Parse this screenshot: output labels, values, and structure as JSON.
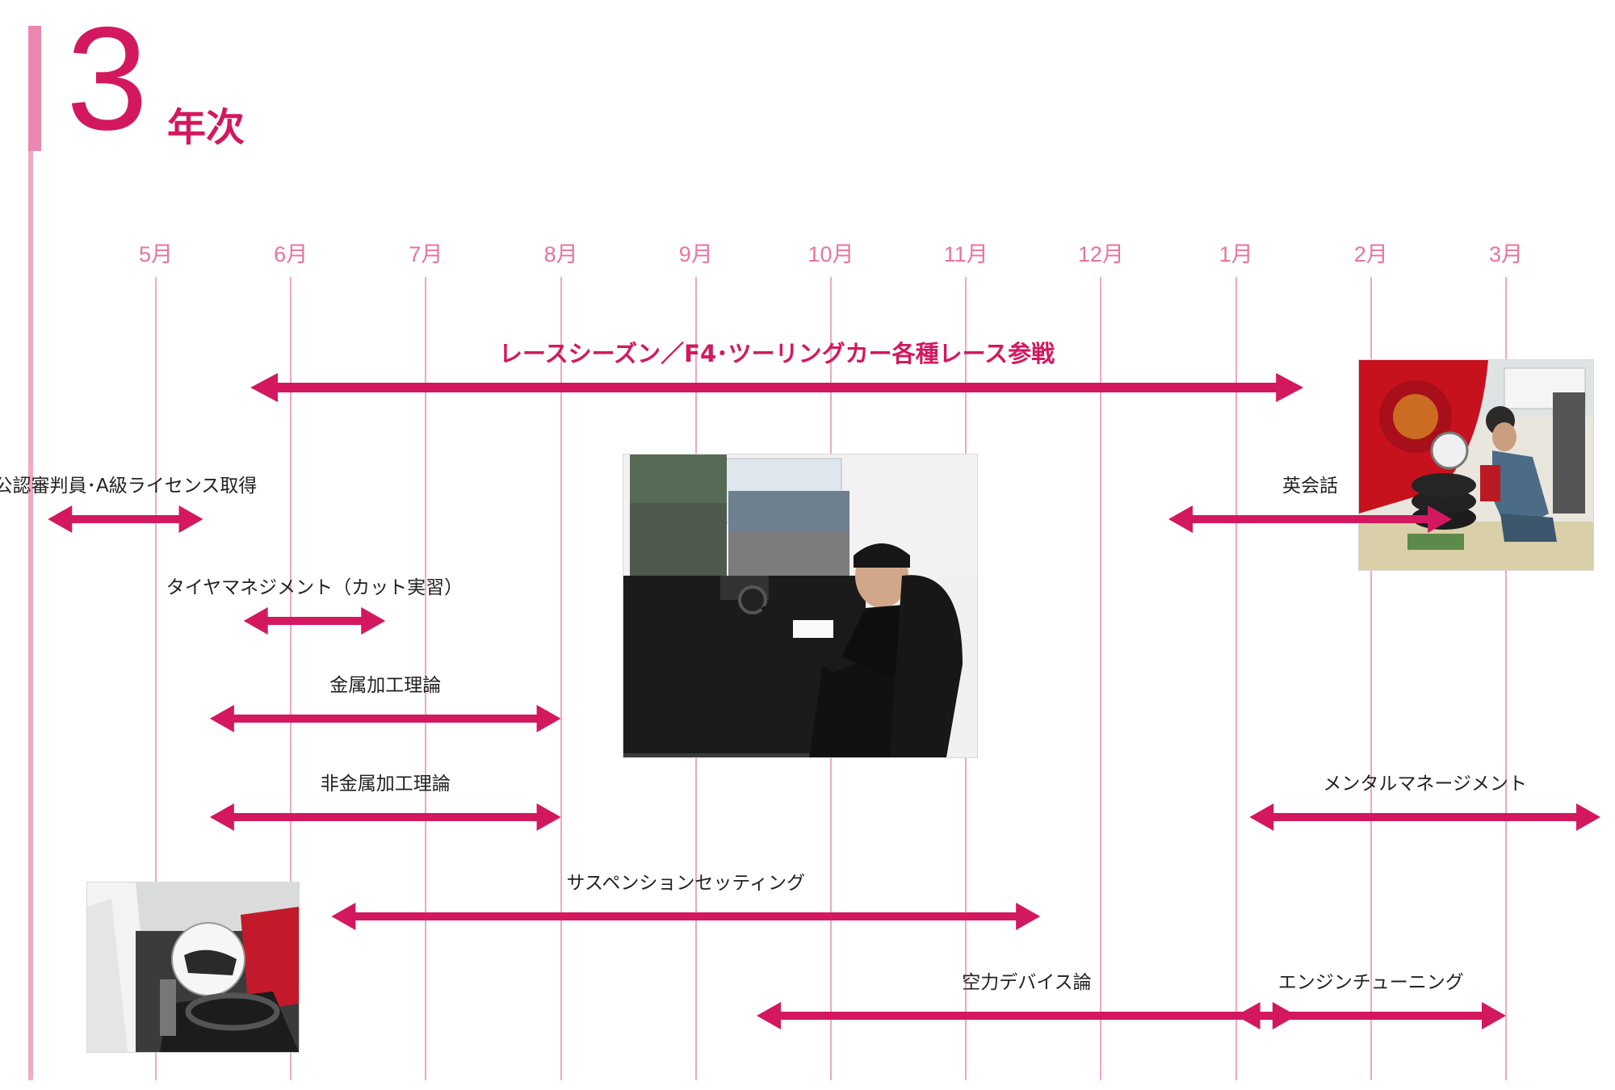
{
  "header": {
    "year_number": "3",
    "year_suffix": "年次"
  },
  "colors": {
    "accent": "#d3185f",
    "month_line": "#eea8c3",
    "month_label": "#e8739f",
    "rule": "#f1a9c6"
  },
  "months": [
    "5月",
    "6月",
    "7月",
    "8月",
    "9月",
    "10月",
    "11月",
    "12月",
    "1月",
    "2月",
    "3月"
  ],
  "season": {
    "label": "レースシーズン／F4･ツーリングカー各種レース参戦",
    "start": 0.7,
    "end": 8.5
  },
  "activities": [
    {
      "label": "公認審判員･A級ライセンス取得",
      "start": -0.8,
      "end": 0.35
    },
    {
      "label": "タイヤマネジメント（カット実習）",
      "start": 0.65,
      "end": 1.7
    },
    {
      "label": "金属加工理論",
      "start": 0.4,
      "end": 3.0
    },
    {
      "label": "非金属加工理論",
      "start": 0.4,
      "end": 3.0
    },
    {
      "label": "英会話",
      "start": 7.5,
      "end": 9.6
    },
    {
      "label": "メンタルマネージメント",
      "start": 8.1,
      "end": 10.7
    },
    {
      "label": "サスペンションセッティング",
      "start": 1.3,
      "end": 6.55
    },
    {
      "label": "空力デバイス論",
      "start": 4.45,
      "end": 8.45
    },
    {
      "label": "エンジンチューニング",
      "start": 8.0,
      "end": 10.0
    }
  ],
  "photos": [
    {
      "name": "simulator-photo",
      "caption": ""
    },
    {
      "name": "tire-service-photo",
      "caption": ""
    },
    {
      "name": "helmet-driver-photo",
      "caption": ""
    }
  ]
}
